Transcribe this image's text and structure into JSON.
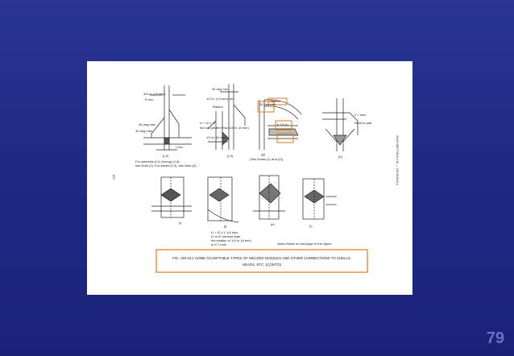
{
  "slide": {
    "number": "79"
  },
  "figure": {
    "caption_line1": "FIG. UW-16.1  SOME ACCEPTABLE TYPES OF WELDED NOZZLES AND OTHER CONNECTIONS TO SHELLS,",
    "caption_line2": "HEADS, ETC. (CONT'D)",
    "notes_ref": "Notes follow on last page of this figure",
    "side_label": "2004 SECTION VIII — DIVISION 1",
    "page_number": "123",
    "sketch_labels": {
      "f2": "(f-2)",
      "f3": "(f-3)",
      "g": "(g)",
      "h": "(h)",
      "i": "(i)",
      "j": "(j)",
      "k": "(k)",
      "l": "(l)"
    },
    "annotations": {
      "a1": "3/4 in. (19 mm)",
      "a2": "R min.",
      "a3": "45 deg max.",
      "a4": "30 deg max.",
      "a5": "30 deg min.",
      "a6": "1/2 in. (13 mm) min.",
      "a7": "Radius",
      "a8": "t1 + t2 ≥ 2t",
      "a9": "but not greater than 1/4 in. (6 mm)",
      "a10": "1/4 in. (6 mm)",
      "a11": "30 deg min.",
      "a12": "Radius",
      "a13": "tr 1/2 tn",
      "a14": "0.7 tmin",
      "a15": "Weld to pad",
      "a16": "t min.",
      "a17": "For sketches (f-1) through (f-4),",
      "a18": "see Note (1). For sketch (f-3), see Note (2).",
      "a19": "(See Notes (1) and (2))",
      "a20": "t1 + t2 ≥ 1 1/4 tmin",
      "a21": "t1 or t2 not less than",
      "a22": "the smaller of 1/4 in. (6 mm)",
      "a23": "or 0.7 tmin"
    }
  }
}
